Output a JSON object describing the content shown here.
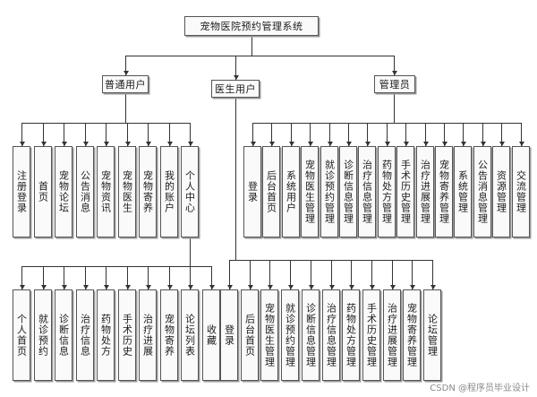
{
  "title": "宠物医院预约管理系统",
  "categories": {
    "user": "普通用户",
    "doctor": "医生用户",
    "admin": "管理员"
  },
  "user_modules": [
    "注册登录",
    "首页",
    "宠物论坛",
    "公告消息",
    "宠物资讯",
    "宠物医生",
    "宠物寄养",
    "我的账户",
    "个人中心"
  ],
  "user_center_modules": [
    "个人首页",
    "就诊预约",
    "诊断信息",
    "治疗信息",
    "药物处方",
    "手术历史",
    "治疗进展",
    "宠物寄养",
    "论坛列表",
    "收藏"
  ],
  "doctor_modules": [
    "登录",
    "后台首页",
    "宠物医生管理",
    "就诊预约管理",
    "诊断信息管理",
    "治疗信息管理",
    "药物处方管理",
    "手术历史管理",
    "治疗进展管理",
    "宠物寄养管理",
    "论坛管理"
  ],
  "admin_modules": [
    "登录",
    "后台首页",
    "系统用户",
    "宠物医生管理",
    "就诊预约管理",
    "诊断信息管理",
    "治疗信息管理",
    "药物处方管理",
    "手术历史管理",
    "治疗进展管理",
    "宠物寄养管理",
    "系统管理",
    "公告消息管理",
    "资源管理",
    "交流管理"
  ],
  "watermark": "CSDN @程序员毕业设计"
}
